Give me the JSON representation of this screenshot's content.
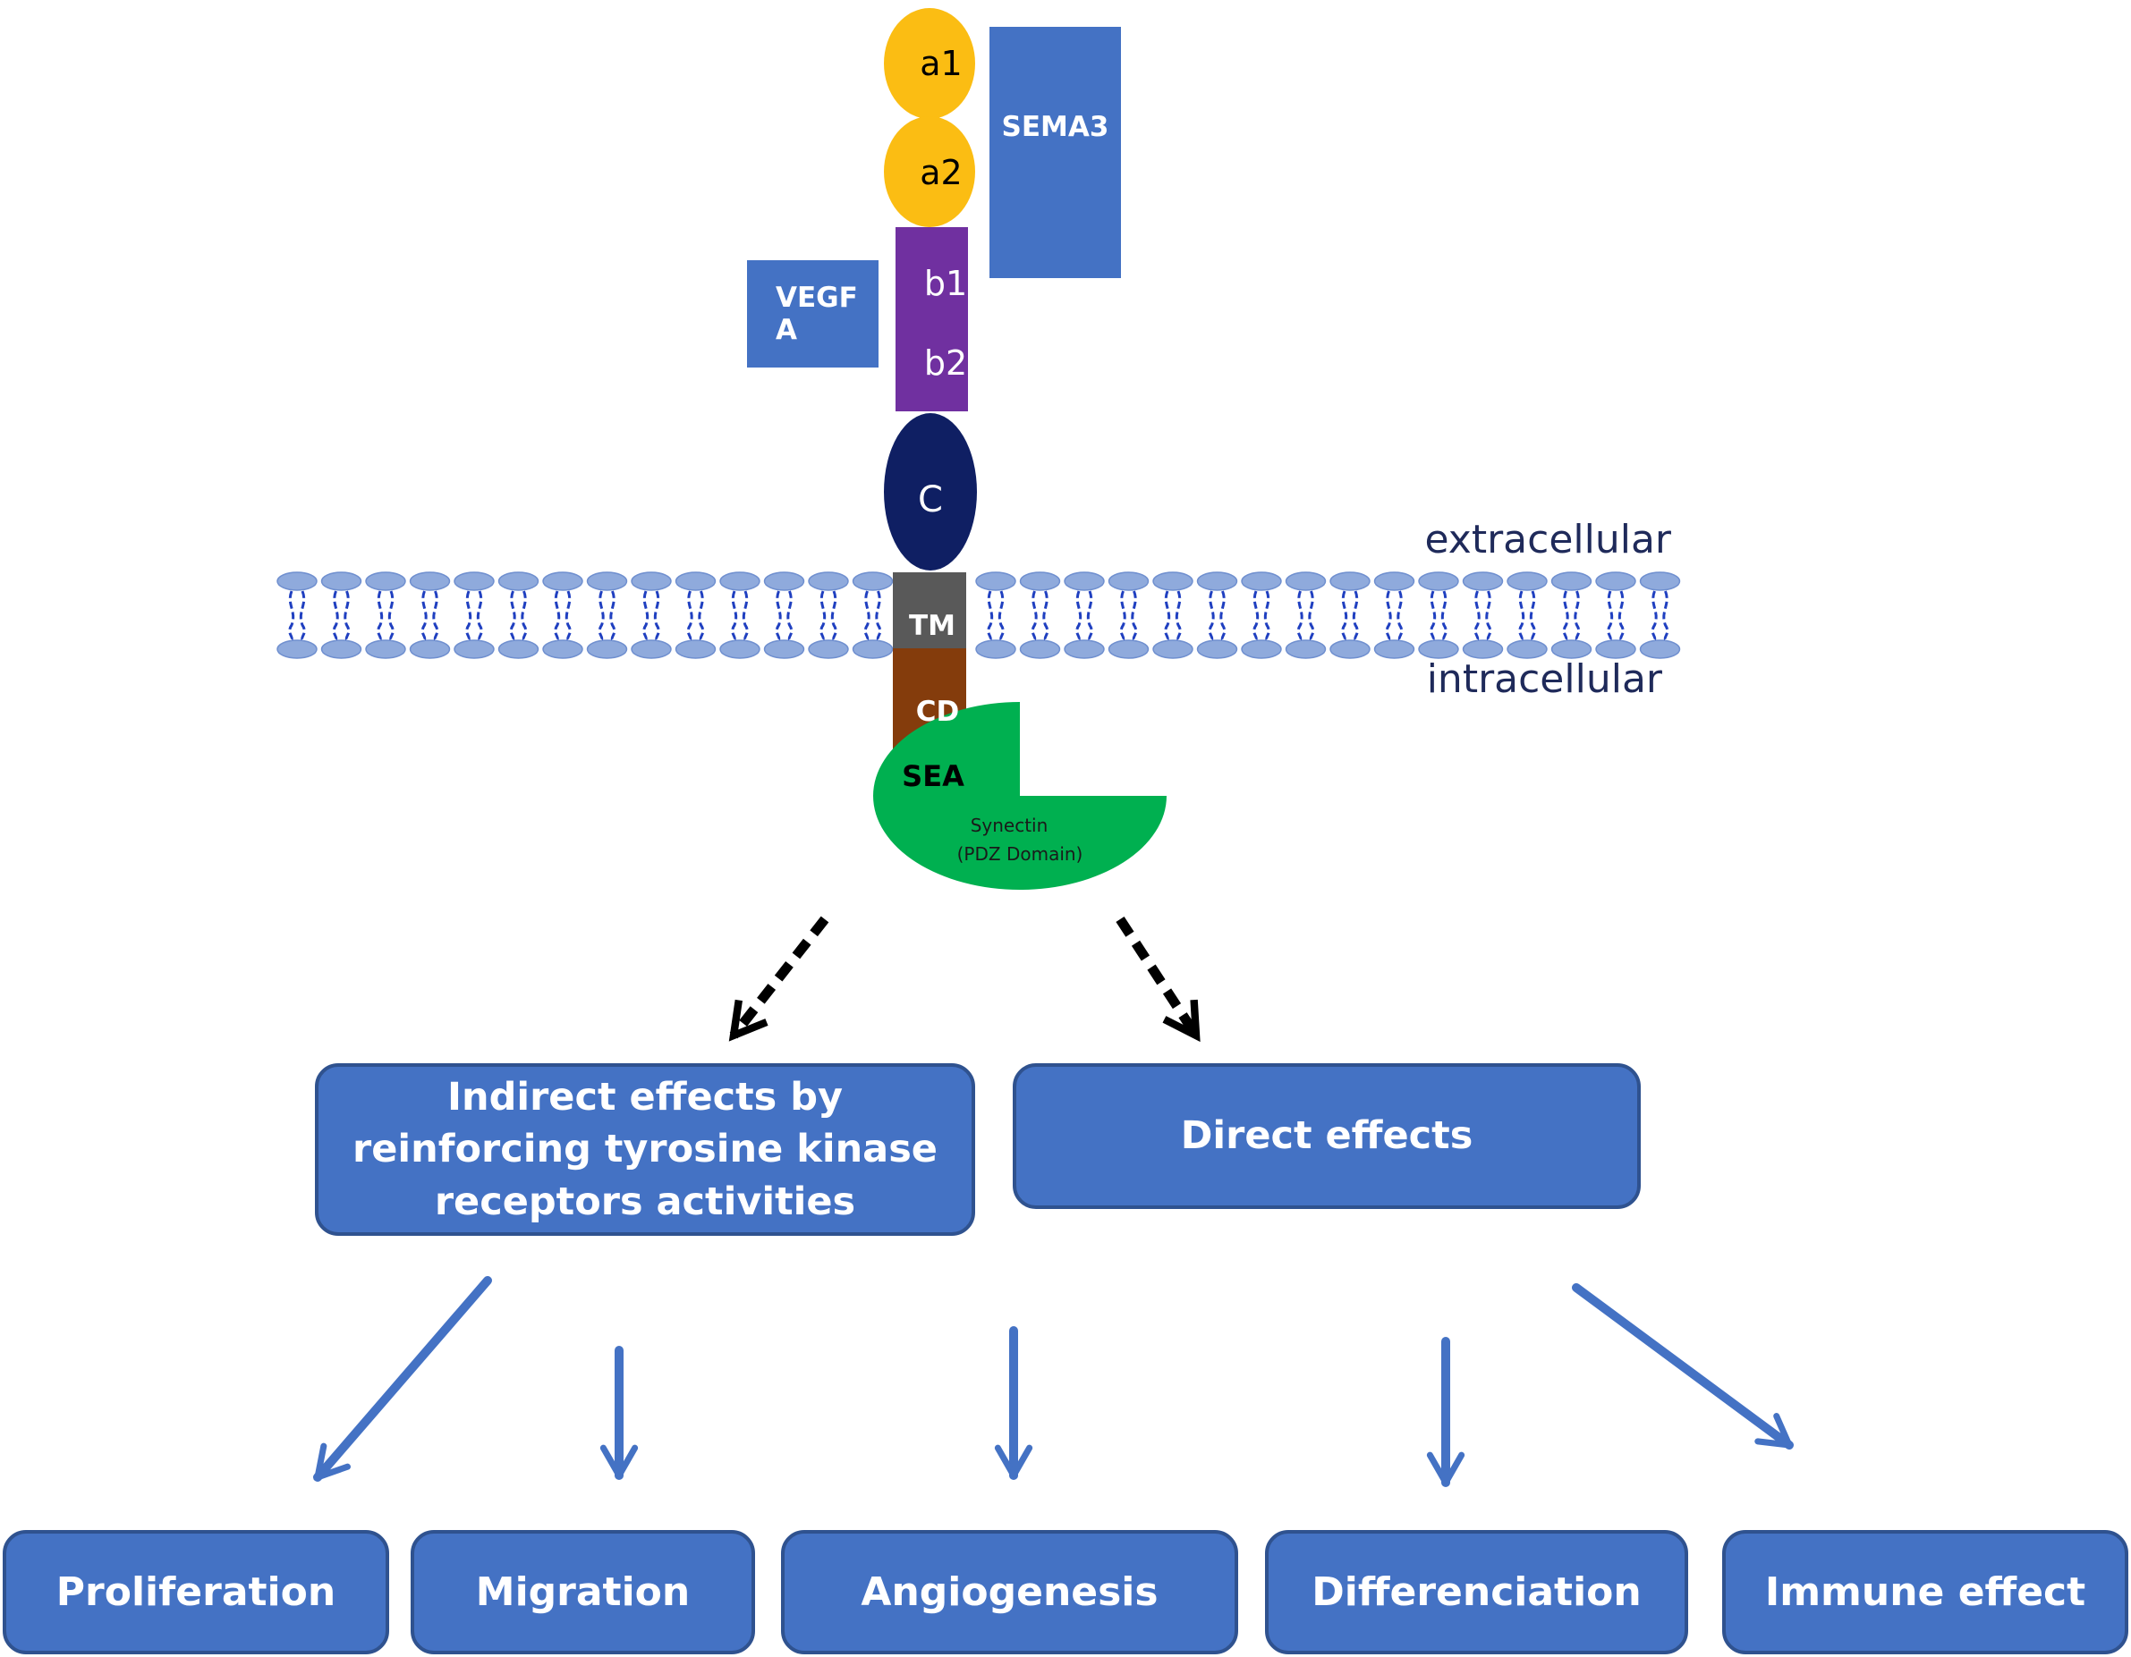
{
  "domains": {
    "a1": "a1",
    "a2": "a2",
    "b1": "b1",
    "b2": "b2",
    "c": "C",
    "tm": "TM",
    "cd": "CD",
    "sea": "SEA"
  },
  "ligands": {
    "sema3": "SEMA3",
    "vegfa": "VEGF A"
  },
  "membrane": {
    "extracellular": "extracellular",
    "intracellular": "intracellular"
  },
  "synectin": {
    "line1": "Synectin",
    "line2": "(PDZ Domain)"
  },
  "effects": {
    "indirect": {
      "line1": "Indirect effects  by",
      "line2": "reinforcing tyrosine kinase",
      "line3": "receptors activities"
    },
    "direct": "Direct effects"
  },
  "outcomes": {
    "proliferation": "Proliferation",
    "migration": "Migration",
    "angiogenesis": "Angiogenesis",
    "differenciation": "Differenciation",
    "immune": "Immune effect"
  },
  "colors": {
    "domain_a": "#fbbd13",
    "domain_b": "#7030a0",
    "domain_c": "#0f1f63",
    "domain_tm": "#595959",
    "domain_cd": "#843c0c",
    "ligand": "#4472c4",
    "box_fill": "#4472c4",
    "box_border": "#2f528f",
    "synectin": "#00b050",
    "membrane_head": "#8faadc",
    "membrane_tail": "#1f3fc0",
    "label_navy": "#1f2a5a"
  }
}
